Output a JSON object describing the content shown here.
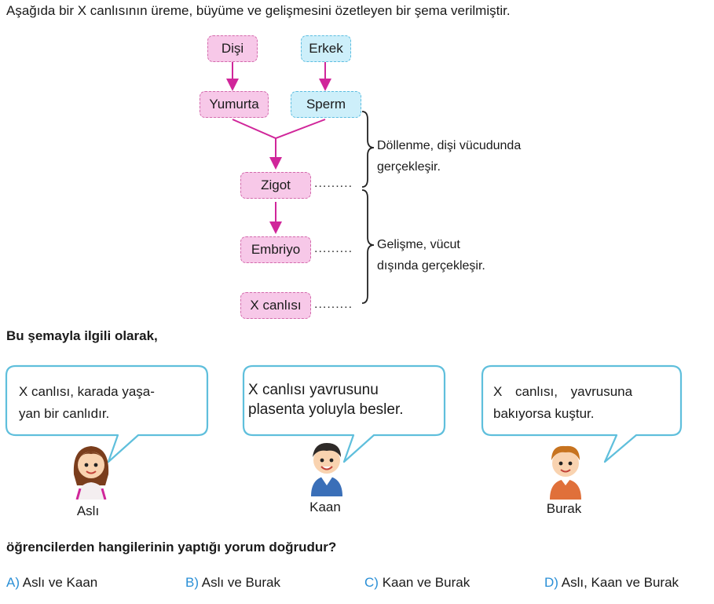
{
  "intro": "Aşağıda bir X canlısının üreme, büyüme ve gelişmesini özetleyen bir şema verilmiştir.",
  "diagram": {
    "nodes": {
      "disi": "Dişi",
      "erkek": "Erkek",
      "yumurta": "Yumurta",
      "sperm": "Sperm",
      "zigot": "Zigot",
      "embriyo": "Embriyo",
      "xcanlisi": "X canlısı"
    },
    "note1_line1": "Döllenme, dişi vücudunda",
    "note1_line2": "gerçekleşir.",
    "note2_line1": "Gelişme, vücut",
    "note2_line2": "dışında gerçekleşir.",
    "dots": "........."
  },
  "question_intro": "Bu şemayla ilgili olarak,",
  "speech": {
    "asli_line1": "X canlısı, karada yaşa-",
    "asli_line2": "yan bir canlıdır.",
    "kaan_line1": "X canlısı yavrusunu",
    "kaan_line2": "plasenta yoluyla besler.",
    "burak_line1": "X canlısı, yavrusuna",
    "burak_line2": "bakıyorsa kuştur."
  },
  "children": {
    "asli": "Aslı",
    "kaan": "Kaan",
    "burak": "Burak"
  },
  "question": "öğrencilerden hangilerinin yaptığı yorum doğrudur?",
  "options": [
    {
      "letter": "A)",
      "text": "Aslı ve Kaan"
    },
    {
      "letter": "B)",
      "text": "Aslı ve Burak"
    },
    {
      "letter": "C)",
      "text": "Kaan ve Burak"
    },
    {
      "letter": "D)",
      "text": "Aslı, Kaan ve Burak"
    }
  ],
  "colors": {
    "pink_fill": "#f7c8e8",
    "blue_fill": "#cdeffa",
    "arrow": "#d0269a",
    "bubble": "#5fbfdc",
    "option_letter": "#2a8fd6"
  }
}
